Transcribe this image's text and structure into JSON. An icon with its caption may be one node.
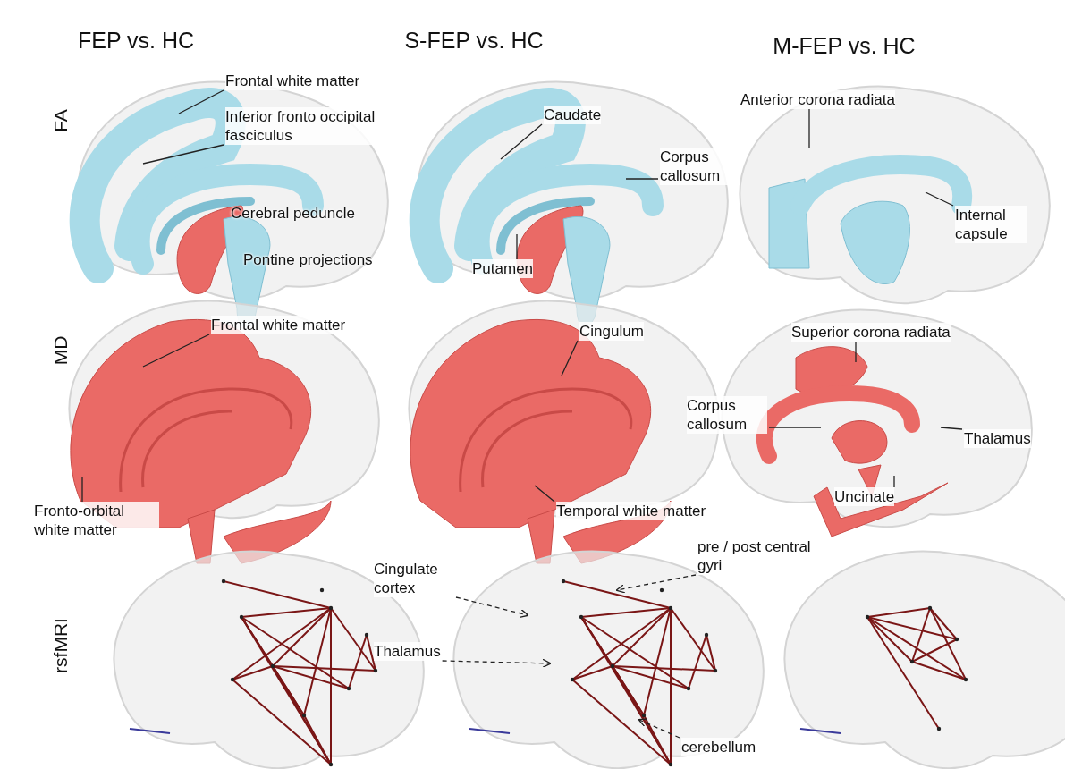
{
  "diagram": {
    "nodes": [
      {
        "text": [
          "Frontal white matter"
        ]
      },
      {
        "text": [
          "Inferior fronto occipital fasciculus"
        ]
      },
      {
        "text": [
          "Caudate"
        ]
      },
      {
        "text": [
          "Corpus callosum"
        ]
      },
      {
        "text": [
          "Putamen"
        ]
      },
      {
        "text": [
          "Anterior corona radiata"
        ]
      },
      {
        "text": [
          "Internal capsule"
        ]
      },
      {
        "text": [
          "Frontal white matter"
        ]
      },
      {
        "text": [
          "Fronto-orbital white matter"
        ]
      },
      {
        "text": [
          "Cingulum"
        ]
      },
      {
        "text": [
          "Temporal white matter"
        ]
      },
      {
        "text": [
          "Superior corona radiata"
        ]
      },
      {
        "text": [
          "Corpus callosum"
        ]
      },
      {
        "text": [
          "Thalamus"
        ]
      },
      {
        "text": [
          "Uncinate"
        ]
      },
      {
        "text": [
          "Cingulate cortex"
        ]
      },
      {
        "text": [
          "pre / post central gyri"
        ]
      },
      {
        "text": [
          "Thalamus"
        ]
      },
      {
        "text": [
          "cerebellum"
        ]
      }
    ],
    "edges": [
      {
        "from": 0,
        "to": null,
        "arrow": "none"
      },
      {
        "from": 1,
        "to": null,
        "arrow": "none"
      },
      {
        "from": 2,
        "to": null,
        "arrow": "none"
      },
      {
        "from": 3,
        "to": null,
        "arrow": "none"
      },
      {
        "from": 4,
        "to": null,
        "arrow": "none"
      },
      {
        "from": 5,
        "to": null,
        "arrow": "none"
      },
      {
        "from": 6,
        "to": null,
        "arrow": "none"
      },
      {
        "from": 7,
        "to": null,
        "arrow": "none"
      },
      {
        "from": 8,
        "to": null,
        "arrow": "none"
      },
      {
        "from": 9,
        "to": null,
        "arrow": "none"
      },
      {
        "from": 10,
        "to": null,
        "arrow": "none"
      },
      {
        "from": 11,
        "to": null,
        "arrow": "none"
      },
      {
        "from": 12,
        "to": null,
        "arrow": "none"
      },
      {
        "from": 13,
        "to": null,
        "arrow": "none"
      },
      {
        "from": 14,
        "to": null,
        "arrow": "none"
      },
      {
        "from": 15,
        "to": null,
        "arrow": "to",
        "style": "dashed"
      },
      {
        "from": 16,
        "to": null,
        "arrow": "to",
        "style": "dashed"
      },
      {
        "from": 17,
        "to": null,
        "arrow": "to",
        "style": "dashed"
      },
      {
        "from": 18,
        "to": null,
        "arrow": "to",
        "style": "dashed"
      }
    ],
    "labels": [
      "FEP vs. HC",
      "S-FEP vs. HC",
      "M-FEP vs. HC",
      "FA",
      "MD",
      "rsfMRI",
      "Cerebral peduncle",
      "Pontine projections"
    ]
  }
}
